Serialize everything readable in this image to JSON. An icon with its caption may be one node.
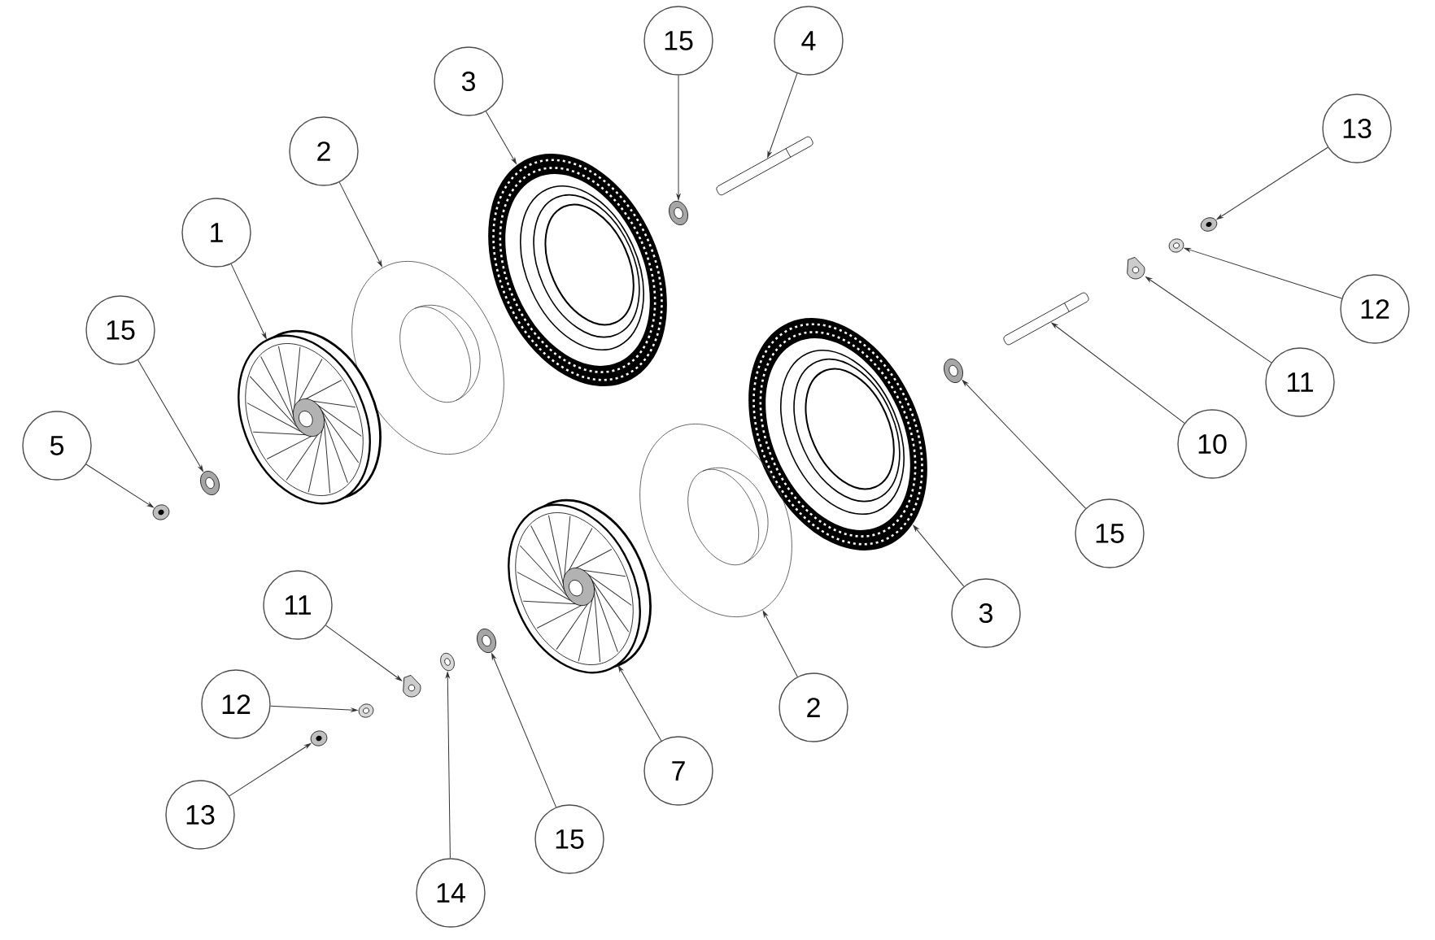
{
  "diagram": {
    "nodes": [
      {
        "text": [
          "15"
        ]
      },
      {
        "text": [
          "4"
        ]
      },
      {
        "text": [
          "3"
        ]
      },
      {
        "text": [
          "13"
        ]
      },
      {
        "text": [
          "2"
        ]
      },
      {
        "text": [
          "1"
        ]
      },
      {
        "text": [
          "12"
        ]
      },
      {
        "text": [
          "15"
        ]
      },
      {
        "text": [
          "11"
        ]
      },
      {
        "text": [
          "5"
        ]
      },
      {
        "text": [
          "10"
        ]
      },
      {
        "text": [
          "15"
        ]
      },
      {
        "text": [
          "11"
        ]
      },
      {
        "text": [
          "3"
        ]
      },
      {
        "text": [
          "12"
        ]
      },
      {
        "text": [
          "2"
        ]
      },
      {
        "text": [
          "7"
        ]
      },
      {
        "text": [
          "13"
        ]
      },
      {
        "text": [
          "15"
        ]
      },
      {
        "text": [
          "14"
        ]
      },
      {
        "text": [],
        "shape": "picture"
      },
      {
        "text": [],
        "shape": "picture"
      },
      {
        "text": [],
        "shape": "picture"
      },
      {
        "text": [],
        "shape": "picture"
      },
      {
        "text": [],
        "shape": "picture"
      },
      {
        "text": [],
        "shape": "picture"
      },
      {
        "text": [],
        "shape": "picture"
      },
      {
        "text": [],
        "shape": "picture"
      },
      {
        "text": [],
        "shape": "picture"
      },
      {
        "text": [],
        "shape": "picture"
      },
      {
        "text": [],
        "shape": "picture"
      },
      {
        "text": [],
        "shape": "picture"
      },
      {
        "text": [],
        "shape": "picture"
      },
      {
        "text": [],
        "shape": "picture"
      },
      {
        "text": [],
        "shape": "picture"
      },
      {
        "text": [],
        "shape": "picture"
      },
      {
        "text": [],
        "shape": "picture"
      },
      {
        "text": [],
        "shape": "picture"
      },
      {
        "text": [],
        "shape": "picture"
      },
      {
        "text": [],
        "shape": "picture"
      }
    ],
    "edges": [
      {
        "from": 0,
        "to": 20,
        "arrow": "to"
      },
      {
        "from": 1,
        "to": 21,
        "arrow": "to"
      },
      {
        "from": 2,
        "to": 22,
        "arrow": "to"
      },
      {
        "from": 3,
        "to": 23,
        "arrow": "to"
      },
      {
        "from": 4,
        "to": 24,
        "arrow": "to"
      },
      {
        "from": 5,
        "to": 25,
        "arrow": "to"
      },
      {
        "from": 6,
        "to": 26,
        "arrow": "to"
      },
      {
        "from": 7,
        "to": 27,
        "arrow": "to"
      },
      {
        "from": 8,
        "to": 28,
        "arrow": "to"
      },
      {
        "from": 9,
        "to": 29,
        "arrow": "to"
      },
      {
        "from": 10,
        "to": 30,
        "arrow": "to"
      },
      {
        "from": 11,
        "to": 31,
        "arrow": "to"
      },
      {
        "from": 12,
        "to": 32,
        "arrow": "to"
      },
      {
        "from": 13,
        "to": 33,
        "arrow": "to"
      },
      {
        "from": 14,
        "to": 34,
        "arrow": "to"
      },
      {
        "from": 15,
        "to": 35,
        "arrow": "to"
      },
      {
        "from": 16,
        "to": 36,
        "arrow": "to"
      },
      {
        "from": 17,
        "to": 37,
        "arrow": "to"
      },
      {
        "from": 18,
        "to": 38,
        "arrow": "to"
      },
      {
        "from": 19,
        "to": 39,
        "arrow": "to"
      }
    ]
  }
}
